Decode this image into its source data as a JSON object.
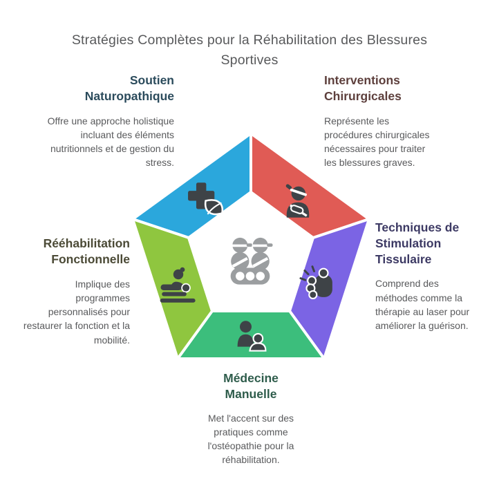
{
  "page": {
    "title": "Stratégies Complètes pour la Réhabilitation des Blessures Sportives",
    "title_color": "#58595B",
    "text_color": "#58595B",
    "background": "#ffffff"
  },
  "diagram": {
    "type": "pentagon-cycle",
    "segment_icon_color": "#3E4347",
    "center_icon_color": "#9B9EA0",
    "center_icon": "group-people-icon",
    "gap_color": "#ffffff"
  },
  "sections": [
    {
      "position": "top-left",
      "title": "Soutien Naturopathique",
      "description": "Offre une approche holistique incluant des éléments nutritionnels et de gestion du stress.",
      "segment_color": "#2BA7DC",
      "title_color": "#2B4B5C",
      "icon": "naturopathy-cross-leaf-icon"
    },
    {
      "position": "top-right",
      "title": "Interventions Chirurgicales",
      "description": "Représente les procédures chirurgicales nécessaires pour traiter les blessures graves.",
      "segment_color": "#E05B55",
      "title_color": "#5E403D",
      "icon": "injured-person-icon"
    },
    {
      "position": "right",
      "title": "Techniques de Stimulation Tissulaire",
      "description": "Comprend des méthodes comme la thérapie au laser pour améliorer la guérison.",
      "segment_color": "#7B64E4",
      "title_color": "#3D3A64",
      "icon": "healing-hand-icon"
    },
    {
      "position": "bottom",
      "title": "Médecine Manuelle",
      "description": "Met l'accent sur des pratiques comme l'ostéopathie pour la réhabilitation.",
      "segment_color": "#3CBE7C",
      "title_color": "#2E5C4B",
      "icon": "manual-therapy-icon"
    },
    {
      "position": "left",
      "title": "Rééhabilitation Fonctionnelle",
      "description": "Implique des programmes personnalisés pour restaurer la fonction et la mobilité.",
      "segment_color": "#8FC63F",
      "title_color": "#4B4A36",
      "icon": "massage-table-icon"
    }
  ]
}
